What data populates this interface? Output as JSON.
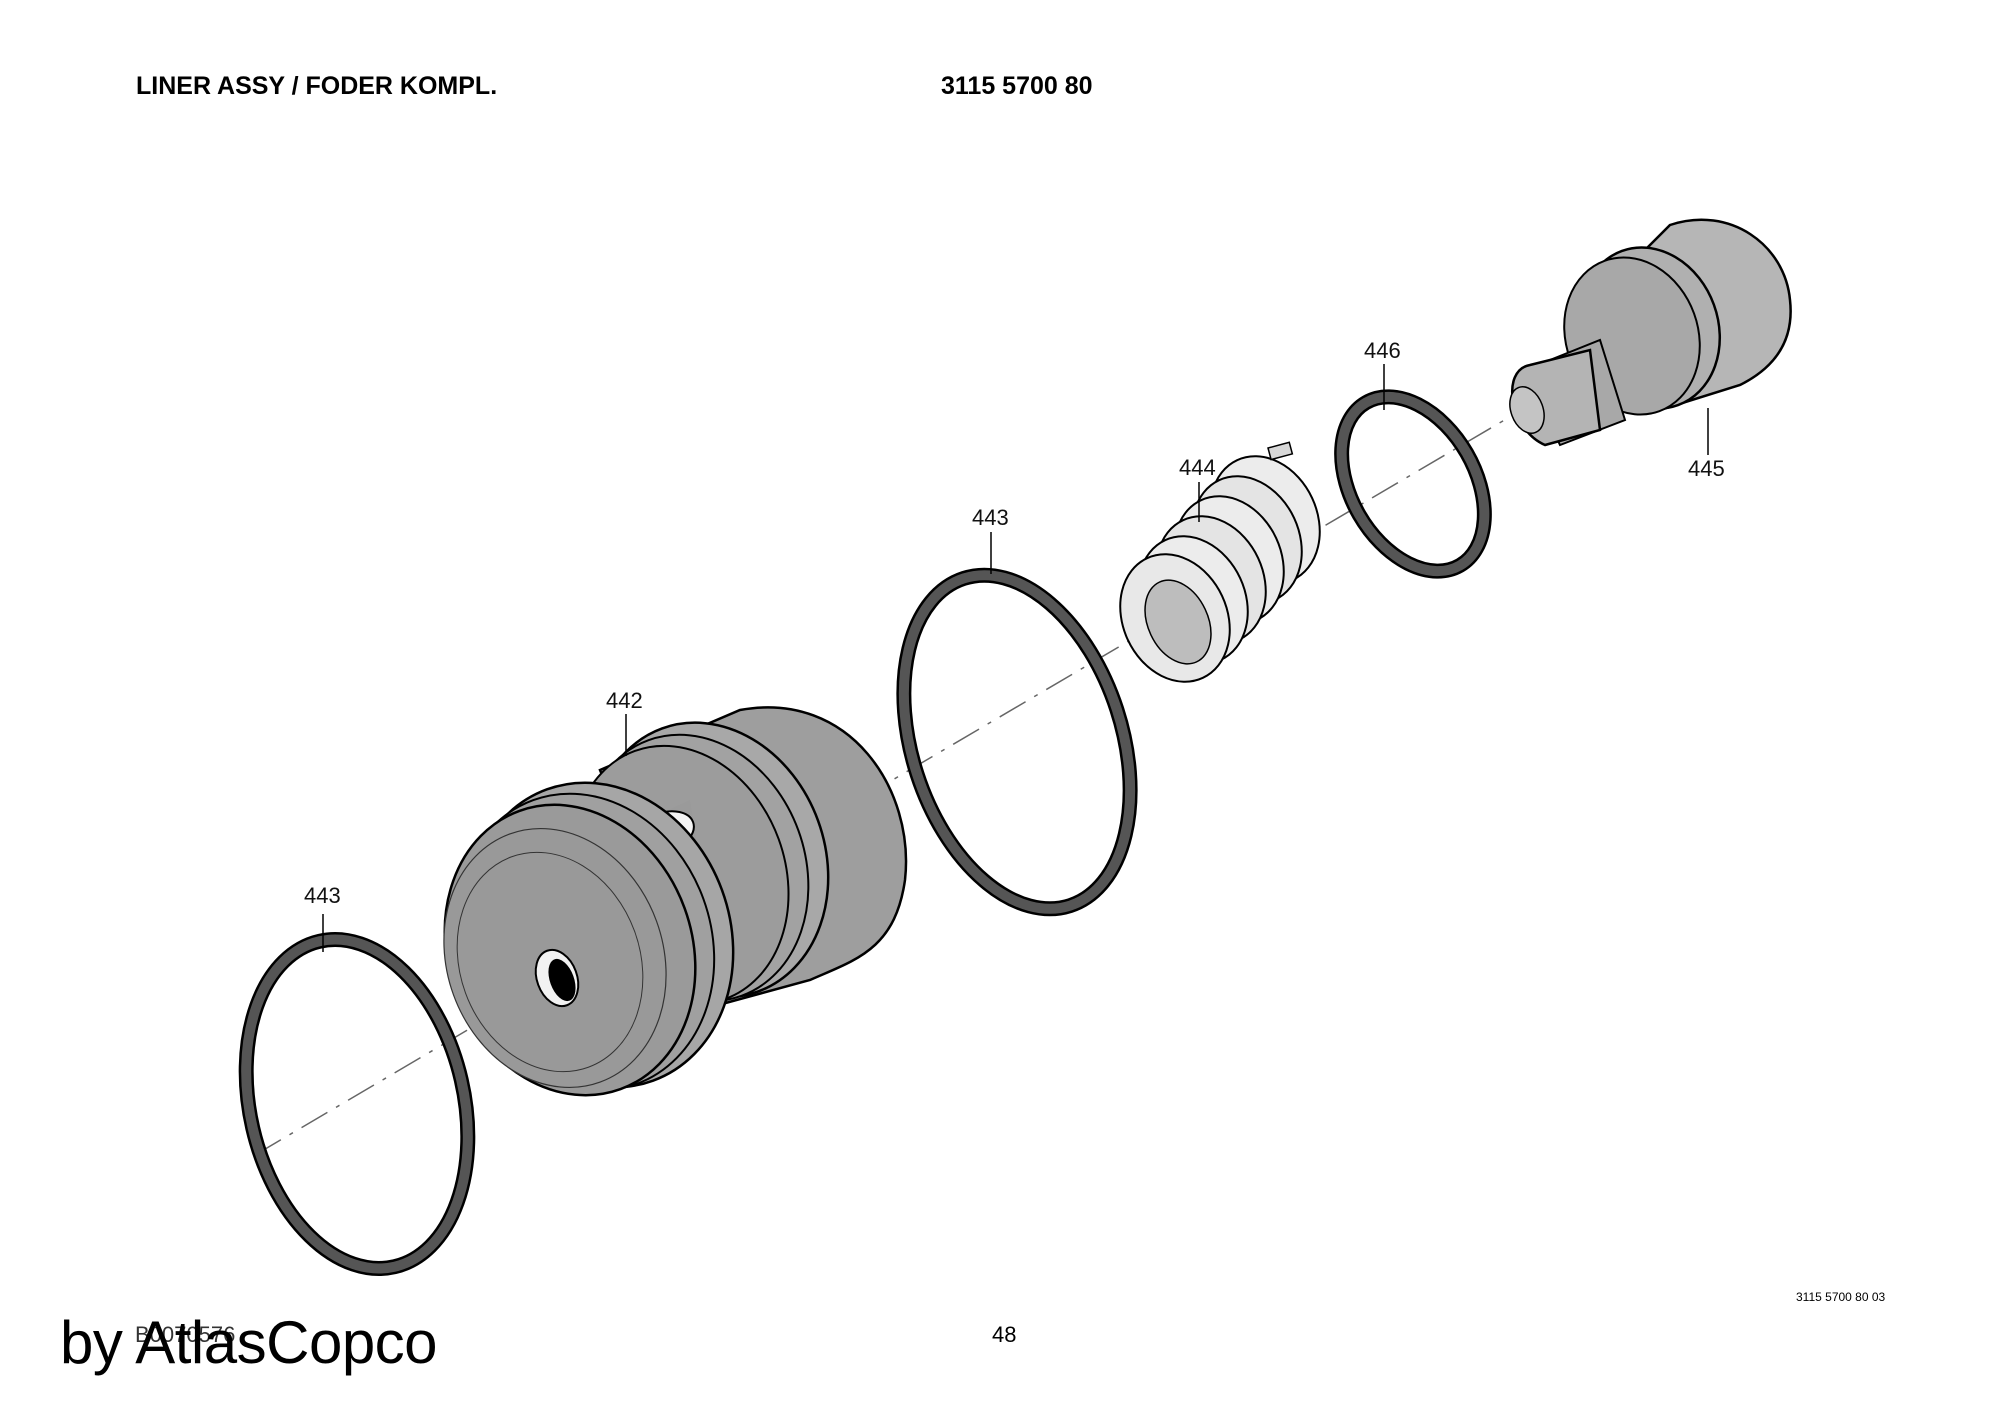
{
  "header": {
    "title": "LINER ASSY / FODER KOMPL.",
    "part_number": "3115 5700 80"
  },
  "callouts": {
    "ring_large_left": "443",
    "liner_body": "442",
    "ring_large_right": "443",
    "spring": "444",
    "ring_small": "446",
    "plug": "445"
  },
  "footer": {
    "drawing_code": "B0070576",
    "page_number": "48",
    "reference": "3115 5700 80 03",
    "watermark": "by AtlasCopco"
  },
  "colors": {
    "part_fill": "#9a9a9a",
    "part_light": "#b8b8b8",
    "spring_fill": "#e8e8e8",
    "ring_stroke": "#3a3a3a",
    "outline": "#000000"
  }
}
